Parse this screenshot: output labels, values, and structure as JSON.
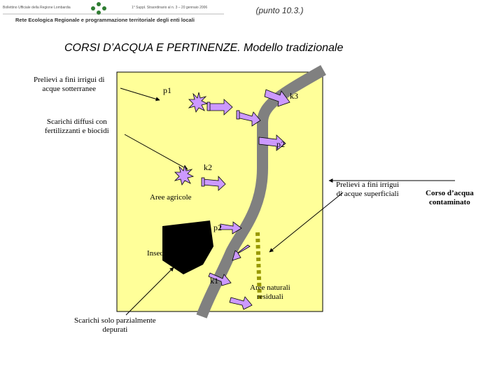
{
  "header": {
    "left_small": "Bollettino Ufficiale della Regione Lombardia",
    "right_small": "1° Suppl. Straordinario al n. 3 – 20 gennaio 2006",
    "subtitle": "Rete Ecologica Regionale e programmazione territoriale degli enti locali",
    "note": "(punto 10.3.)"
  },
  "title": "CORSI D’ACQUA E PERTINENZE. Modello tradizionale",
  "labels": {
    "prelievi_sotterranee": [
      "Prelievi a fini irrigui di",
      "acque sotterranee"
    ],
    "scarichi_diffusi": [
      "Scarichi diffusi con",
      "fertilizzanti e biocidi"
    ],
    "aree_agricole": "Aree agricole",
    "prelievi_superficiali": [
      "Prelievi a fini irrigui",
      "di acque superficiali"
    ],
    "corso_contaminato": [
      "Corso d’acqua",
      "contaminato"
    ],
    "insediamenti": "Insediamenti",
    "aree_naturali": [
      "Aree naturali",
      "residuali"
    ],
    "scarichi_parziali": [
      "Scarichi solo parzialmente",
      "depurati"
    ]
  },
  "tags": {
    "p1": "p1",
    "k3": "k3",
    "p2_upper": "p2",
    "k2": "k2",
    "p2_lower": "p2",
    "k1": "k1"
  },
  "colors": {
    "panel": "#FFFF99",
    "river": "#808080",
    "arrow": "#CC99FF",
    "star": "#CC99FF",
    "hedge": "#999900"
  }
}
